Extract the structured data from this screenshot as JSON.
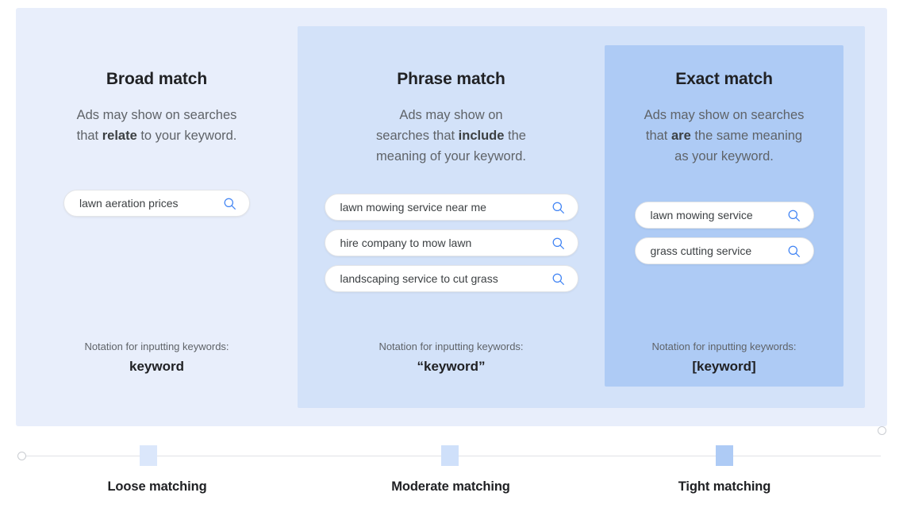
{
  "columns": [
    {
      "key": "broad",
      "title": "Broad match",
      "description_html": "Ads may show on searches<br>that <b>relate</b> to your keyword.",
      "queries": [
        {
          "text": "lawn aeration prices",
          "icon": "search-icon"
        }
      ],
      "notation_label": "Notation for inputting keywords:",
      "notation_value": "keyword",
      "panel_color": "#e8eefb"
    },
    {
      "key": "phrase",
      "title": "Phrase match",
      "description_html": "Ads may show on<br>searches that <b>include</b> the<br>meaning of your keyword.",
      "queries": [
        {
          "text": "lawn mowing service near me",
          "icon": "search-icon"
        },
        {
          "text": "hire company to mow lawn",
          "icon": "search-icon"
        },
        {
          "text": "landscaping service to cut grass",
          "icon": "search-icon"
        }
      ],
      "notation_label": "Notation for inputting keywords:",
      "notation_value": "“keyword”",
      "panel_color": "#d3e2f9"
    },
    {
      "key": "exact",
      "title": "Exact match",
      "description_html": "Ads may show on searches<br>that <b>are</b> the same meaning<br>as your keyword.",
      "queries": [
        {
          "text": "lawn mowing service",
          "icon": "search-icon"
        },
        {
          "text": "grass cutting service",
          "icon": "search-icon"
        }
      ],
      "notation_label": "Notation for inputting keywords:",
      "notation_value": "[keyword]",
      "panel_color": "#aecbf5"
    }
  ],
  "slider": {
    "markers": [
      {
        "label": "Loose matching",
        "color": "#dbe7fb"
      },
      {
        "label": "Moderate matching",
        "color": "#cfe0fa"
      },
      {
        "label": "Tight matching",
        "color": "#aecbf5"
      }
    ]
  },
  "colors": {
    "accent": "#4285f4",
    "text_primary": "#202124",
    "text_secondary": "#5f6368",
    "panel_outer": "#e8eefb",
    "panel_mid": "#d3e2f9",
    "panel_inner": "#aecbf5"
  }
}
